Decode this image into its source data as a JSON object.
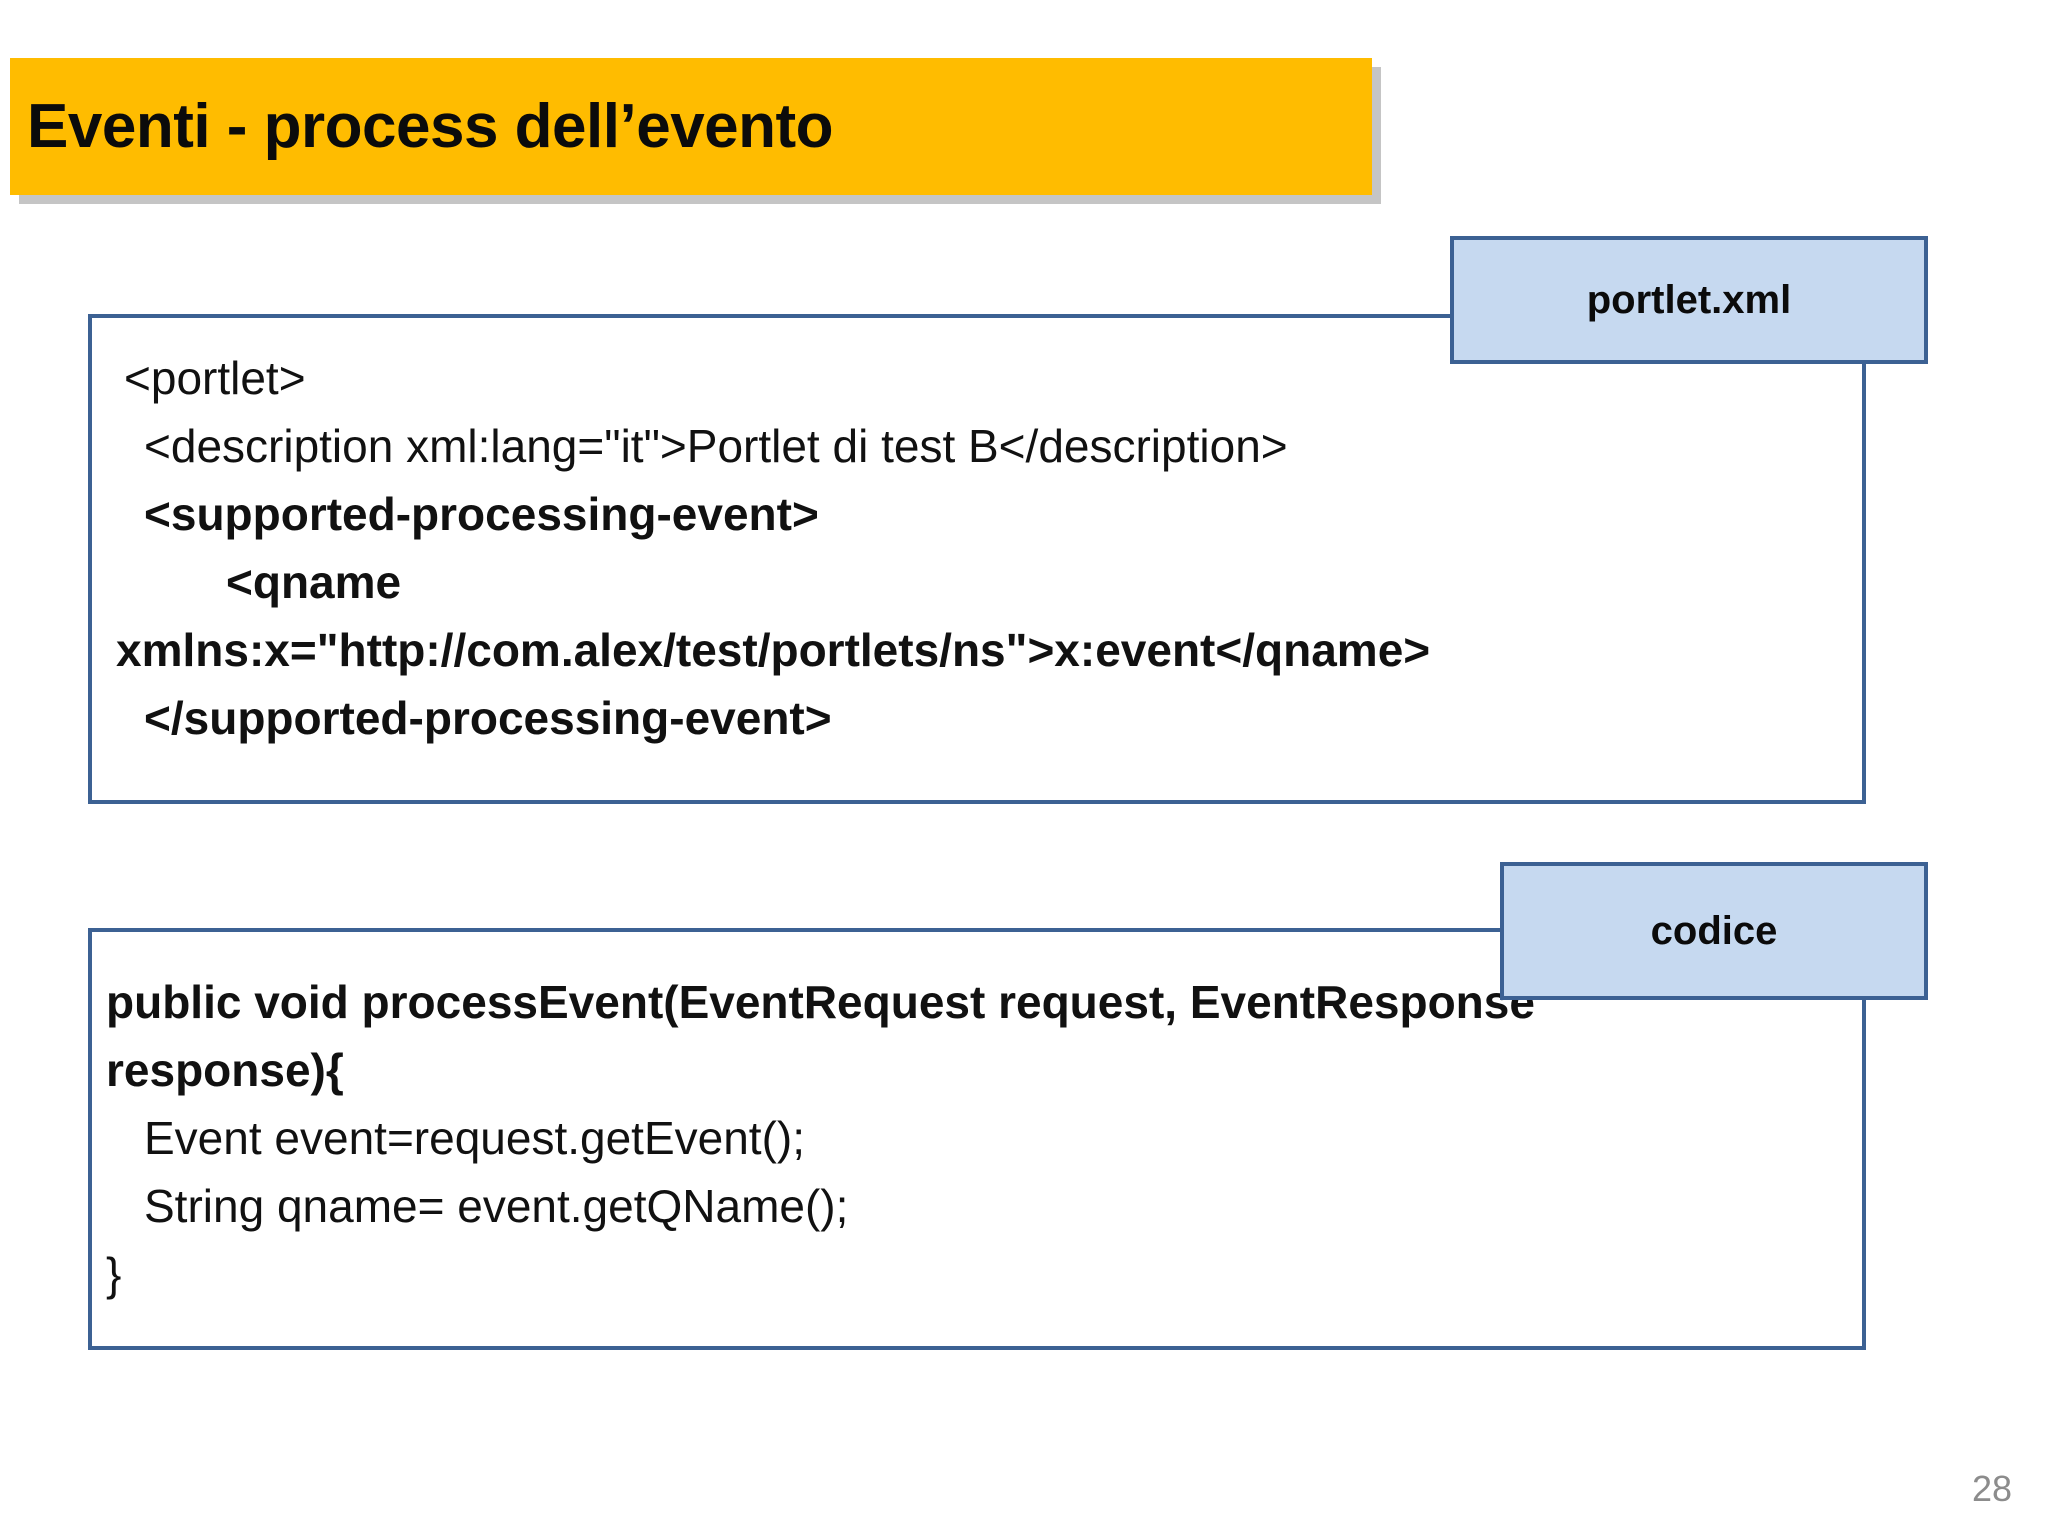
{
  "slide": {
    "title": "Eventi - process dell’evento",
    "number": "28",
    "banner_color": "#FFBC00",
    "box_border_color": "#3C6193",
    "tag_fill_color": "#C6D9F0",
    "text_color": "#111111",
    "number_color": "#8C8C8C"
  },
  "xml_panel": {
    "tag_label": "portlet.xml",
    "lines": [
      {
        "text": "<portlet>",
        "bold": false,
        "indent": 0
      },
      {
        "text": "<description xml:lang=\"it\">Portlet di test B</description>",
        "bold": false,
        "indent": 1
      },
      {
        "text": "<supported-processing-event>",
        "bold": true,
        "indent": 1
      },
      {
        "text": "<qname",
        "bold": true,
        "indent": 3
      },
      {
        "text": "xmlns:x=\"http://com.alex/test/portlets/ns\">x:event</qname>",
        "bold": true,
        "indent": -1
      },
      {
        "text": "</supported-processing-event>",
        "bold": true,
        "indent": 1
      }
    ]
  },
  "code_panel": {
    "tag_label": "codice",
    "lines": [
      {
        "text": "public void processEvent(EventRequest request, EventResponse",
        "bold": true,
        "indent": 0
      },
      {
        "text": "response){",
        "bold": true,
        "indent": 0
      },
      {
        "text": "Event event=request.getEvent();",
        "bold": false,
        "indent": 1
      },
      {
        "text": "String qname= event.getQName();",
        "bold": false,
        "indent": 1
      },
      {
        "text": "}",
        "bold": false,
        "indent": 0
      }
    ]
  }
}
